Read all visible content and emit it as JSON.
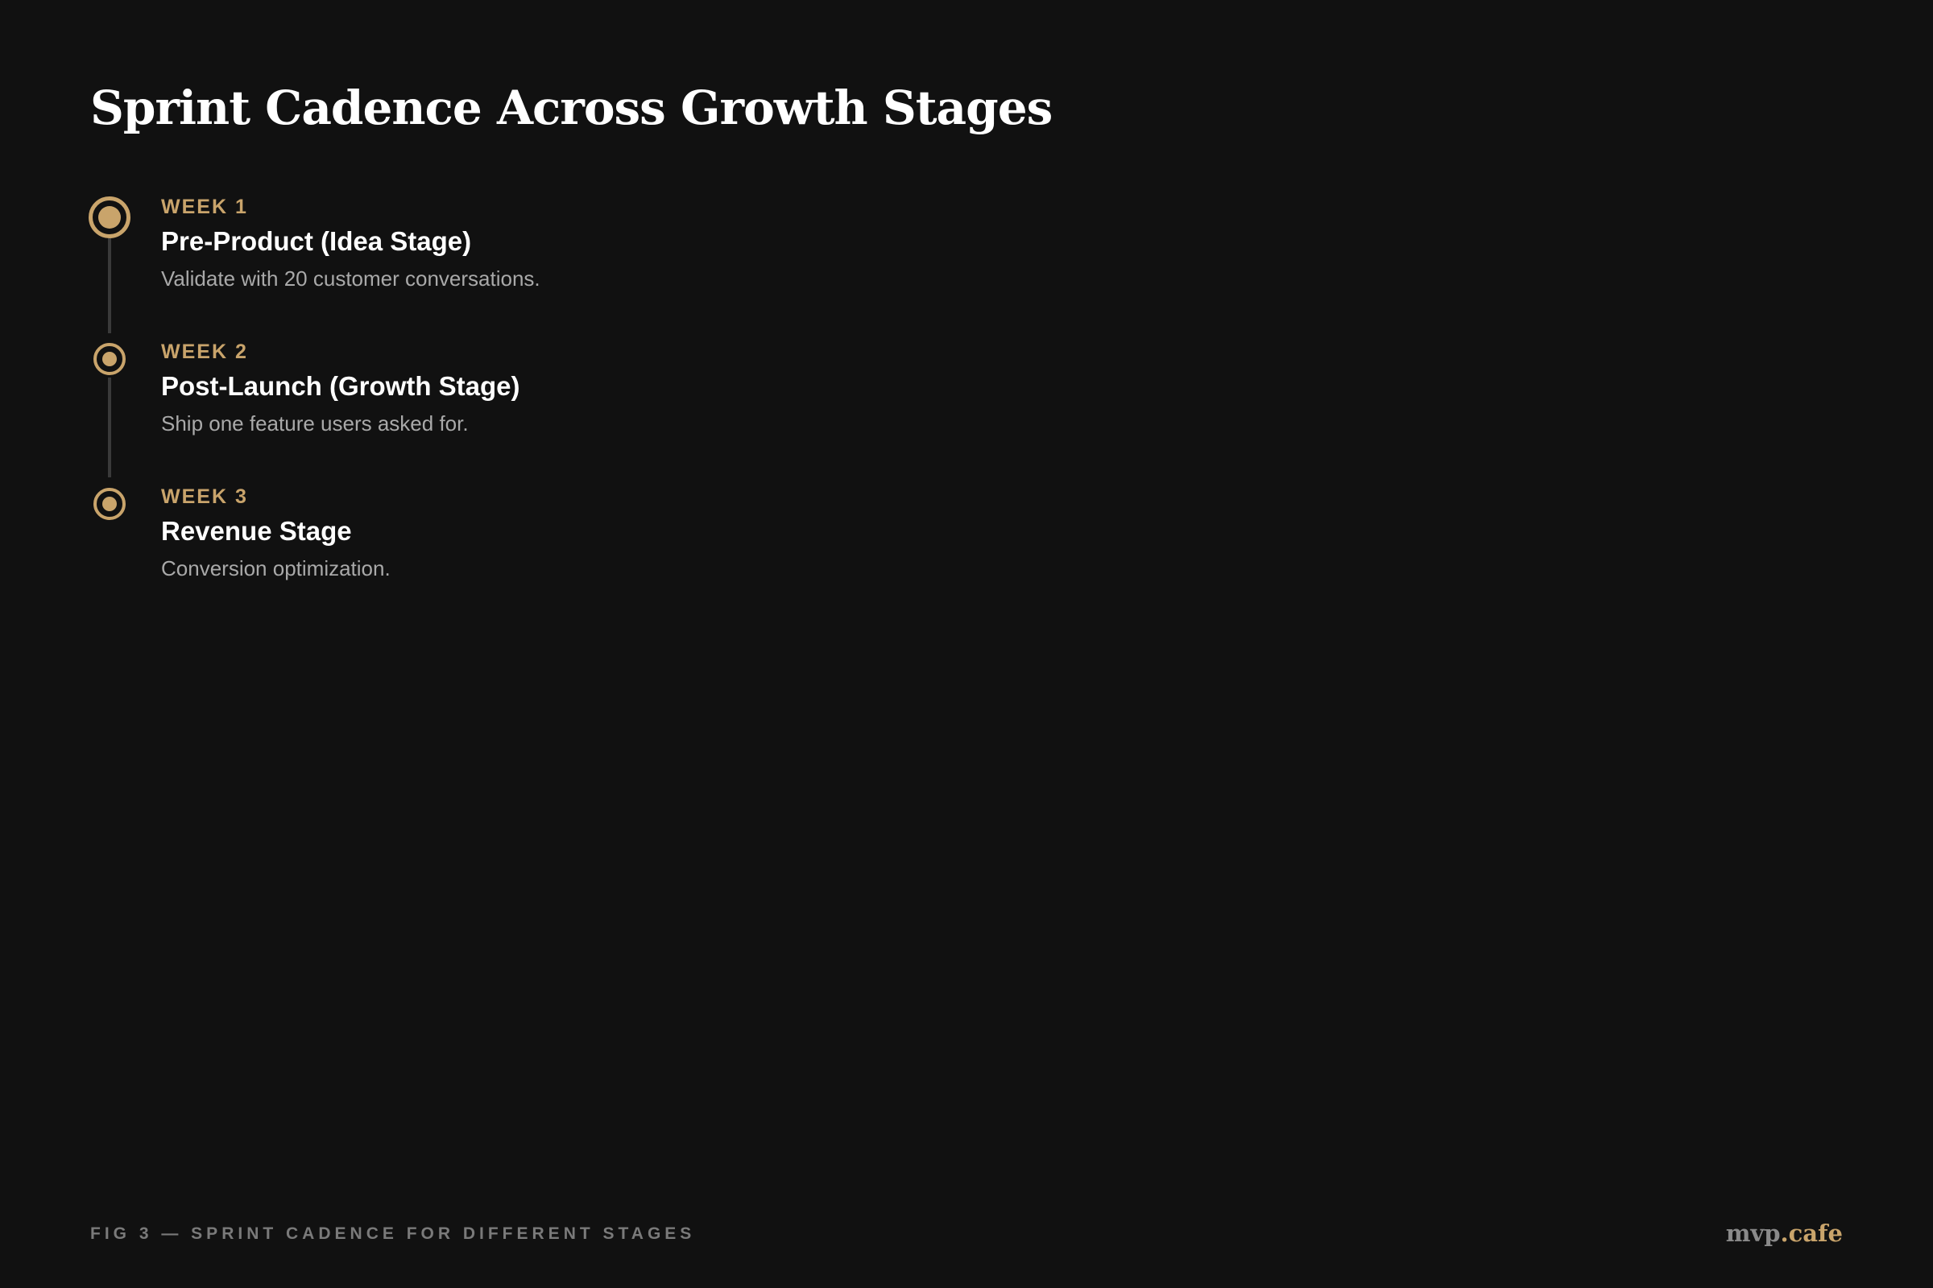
{
  "title": "Sprint Cadence Across Growth Stages",
  "steps": [
    {
      "week": "WEEK 1",
      "title": "Pre-Product (Idea Stage)",
      "description": "Validate with 20 customer conversations.",
      "active": true
    },
    {
      "week": "WEEK 2",
      "title": "Post-Launch (Growth Stage)",
      "description": "Ship one feature users asked for.",
      "active": false
    },
    {
      "week": "WEEK 3",
      "title": "Revenue Stage",
      "description": "Conversion optimization.",
      "active": false
    }
  ],
  "caption": "FIG 3 — SPRINT CADENCE FOR DIFFERENT STAGES",
  "brand": {
    "name": "mvp",
    "tld": ".cafe"
  },
  "colors": {
    "background": "#111111",
    "accent": "#c9a46b",
    "connector": "#3a3a3a",
    "title": "#ffffff",
    "description": "#a9a9a9",
    "caption": "#7a7a7a"
  }
}
